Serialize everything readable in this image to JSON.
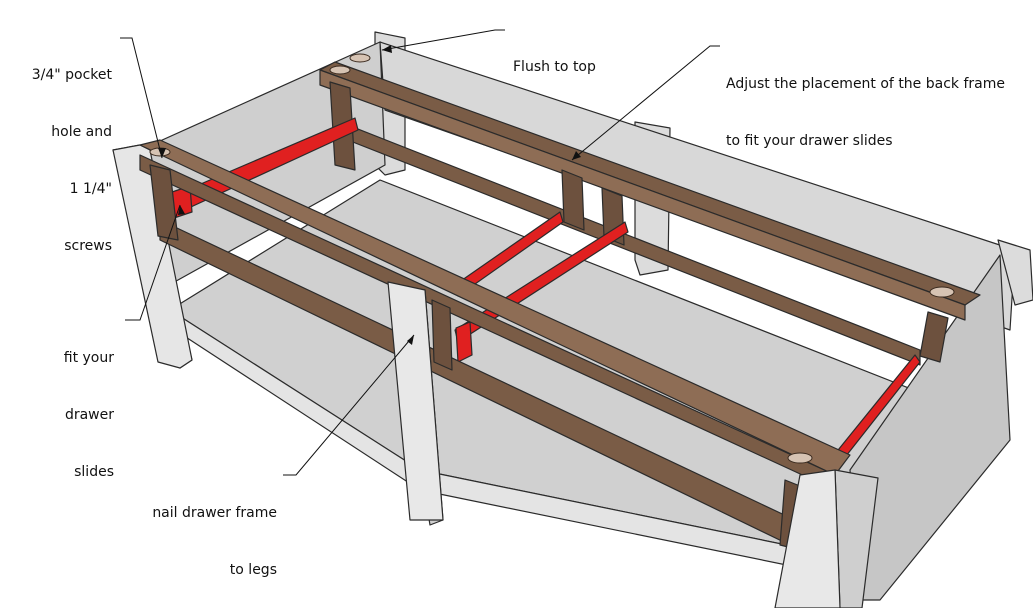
{
  "colors": {
    "wood": "#7a5c46",
    "wood_dark": "#5b4232",
    "wood_light": "#8e6d55",
    "panel": "#d4d4d4",
    "panel_light": "#e2e2e2",
    "panel_dark": "#c2c2c2",
    "leg": "#dcdcdc",
    "slide": "#e02020",
    "slide_dark": "#b01414",
    "outline": "#2b2b2b",
    "label_text": "#111111"
  },
  "annotations": {
    "pocket_hole": [
      "3/4\" pocket",
      "hole and",
      "1 1/4\"",
      "screws"
    ],
    "flush": [
      "Flush to top"
    ],
    "back_frame": [
      "Adjust the placement of the back frame",
      "to fit your drawer slides"
    ],
    "drawer_slides": [
      "fit your",
      "drawer",
      "slides"
    ],
    "nail_frame": [
      "nail drawer frame",
      "to legs"
    ]
  }
}
